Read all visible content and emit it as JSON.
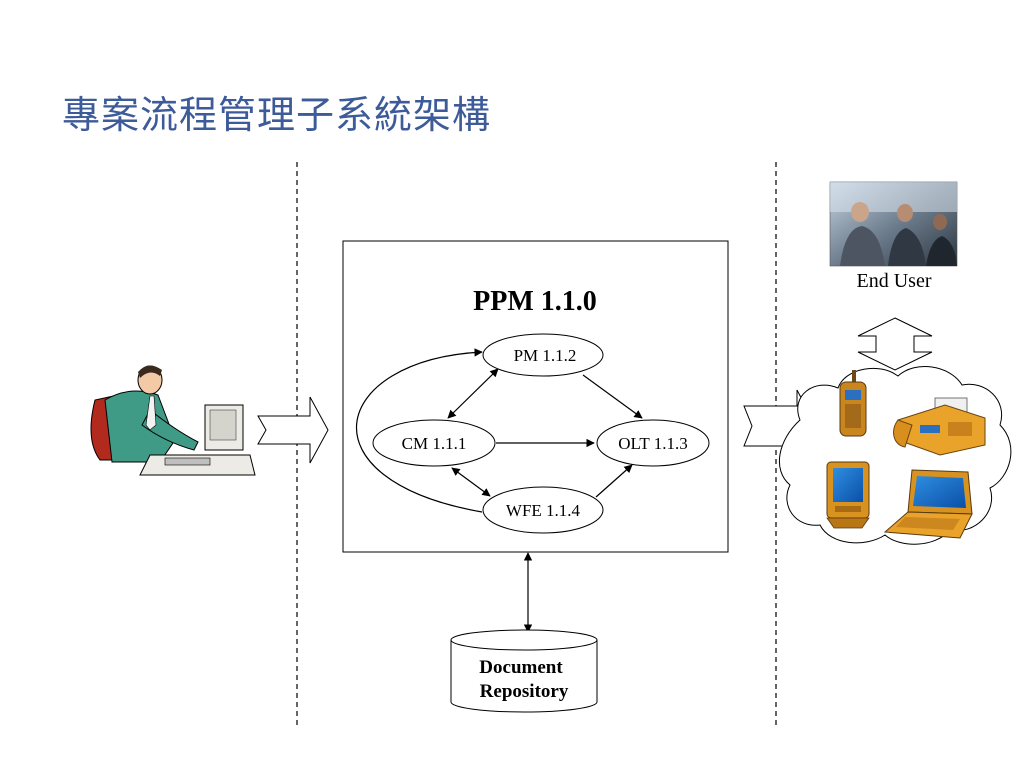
{
  "title": "專案流程管理子系統架構",
  "system": {
    "name": "PPM 1.1.0",
    "modules": {
      "pm": "PM 1.1.2",
      "cm": "CM 1.1.1",
      "olt": "OLT 1.1.3",
      "wfe": "WFE 1.1.4"
    }
  },
  "repository": {
    "line1": "Document",
    "line2": "Repository"
  },
  "end_user": {
    "label": "End User"
  }
}
